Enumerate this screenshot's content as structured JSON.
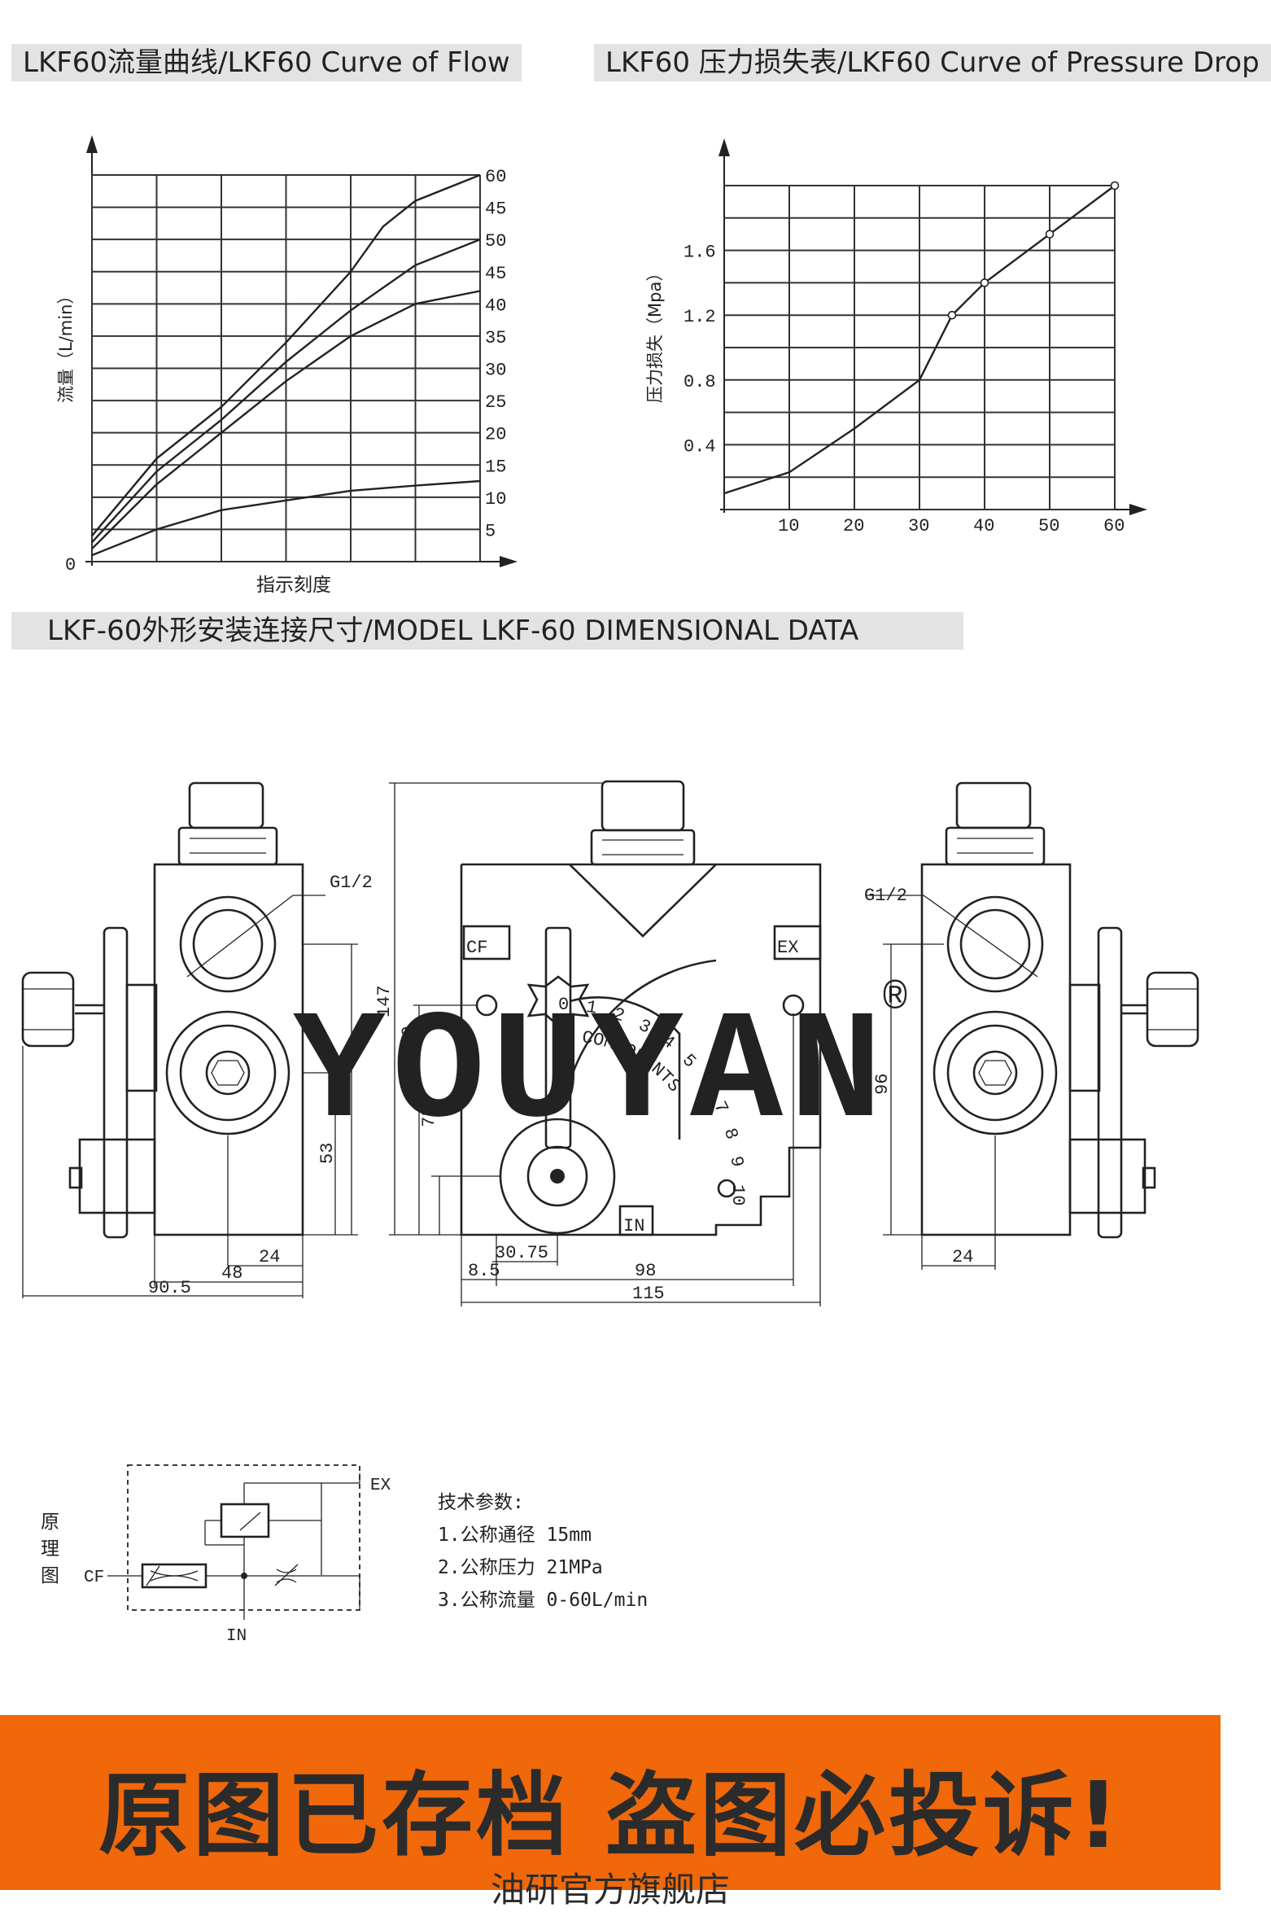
{
  "sections": {
    "flow_title": "LKF60流量曲线/LKF60 Curve of Flow",
    "pressure_title": "LKF60 压力损失表/LKF60 Curve of Pressure Drop",
    "dimension_title": "LKF-60外形安装连接尺寸/MODEL LKF-60 DIMENSIONAL DATA"
  },
  "flow_chart": {
    "ylabel": "流量（L/min）",
    "xlabel": "指示刻度",
    "origin_label": "0",
    "right_ticks": [
      "60",
      "45",
      "50",
      "45",
      "40",
      "35",
      "30",
      "25",
      "20",
      "15",
      "10",
      "5"
    ]
  },
  "pressure_chart": {
    "ylabel": "压力损失（Mpa）",
    "x_ticks": [
      "10",
      "20",
      "30",
      "40",
      "50",
      "60"
    ],
    "y_ticks": [
      "0.4",
      "0.8",
      "1.2",
      "1.6"
    ]
  },
  "chart_data": [
    {
      "type": "line",
      "title": "LKF60流量曲线/LKF60 Curve of Flow",
      "xlabel": "指示刻度",
      "ylabel": "流量（L/min）",
      "series": [
        {
          "points": [
            [
              0,
              1
            ],
            [
              1,
              5
            ],
            [
              2,
              8
            ],
            [
              3,
              9.5
            ],
            [
              4,
              11
            ],
            [
              5,
              11.8
            ],
            [
              6,
              12.5
            ]
          ]
        },
        {
          "points": [
            [
              0,
              2
            ],
            [
              1,
              12
            ],
            [
              2,
              20
            ],
            [
              3,
              28
            ],
            [
              4,
              35
            ],
            [
              5,
              40
            ],
            [
              6,
              42
            ]
          ]
        },
        {
          "points": [
            [
              0,
              3
            ],
            [
              1,
              14
            ],
            [
              2,
              22
            ],
            [
              3,
              31
            ],
            [
              4,
              39
            ],
            [
              5,
              46
            ],
            [
              6,
              50
            ]
          ]
        },
        {
          "points": [
            [
              0,
              4
            ],
            [
              1,
              16
            ],
            [
              2,
              24
            ],
            [
              3,
              34
            ],
            [
              4,
              45
            ],
            [
              4.5,
              52
            ],
            [
              5,
              56
            ],
            [
              6,
              60
            ]
          ]
        }
      ]
    },
    {
      "type": "line",
      "title": "LKF60 压力损失表/LKF60 Curve of Pressure Drop",
      "ylabel": "压力损失（Mpa）",
      "xlim": [
        0,
        60
      ],
      "ylim": [
        0,
        2.0
      ],
      "x": [
        0,
        10,
        20,
        30,
        35,
        40,
        50,
        60
      ],
      "series": [
        {
          "values": [
            0.1,
            0.23,
            0.5,
            0.8,
            1.2,
            1.4,
            1.7,
            2.0
          ]
        }
      ]
    }
  ],
  "dimensions": {
    "g_left": "G1/2",
    "g_right": "G1/2",
    "d147": "147",
    "d120": "120",
    "d96": "96",
    "d96r": "96",
    "d75": "75",
    "d53": "53",
    "d24": "24",
    "d24r": "24",
    "d48": "48",
    "d90_5": "90.5",
    "d30_75": "30.75",
    "d8_5": "8.5",
    "d98": "98",
    "d115": "115",
    "port_cf": "CF",
    "port_ex": "EX",
    "port_in": "IN",
    "dial_numbers": [
      "0",
      "1",
      "2",
      "3",
      "4",
      "5",
      "6",
      "7",
      "8",
      "9",
      "10"
    ],
    "dial_text": "COMPONENTS",
    "watermark": "YOUYAN"
  },
  "schematic": {
    "label": "原理图",
    "cf": "CF",
    "ex": "EX",
    "in": "IN"
  },
  "specs": {
    "heading": "技术参数:",
    "items": [
      "1.公称通径  15mm",
      "2.公称压力  21MPa",
      "3.公称流量  0-60L/min"
    ]
  },
  "banner": {
    "text": "原图已存档 盗图必投诉!",
    "subtext": "油研官方旗舰店"
  }
}
